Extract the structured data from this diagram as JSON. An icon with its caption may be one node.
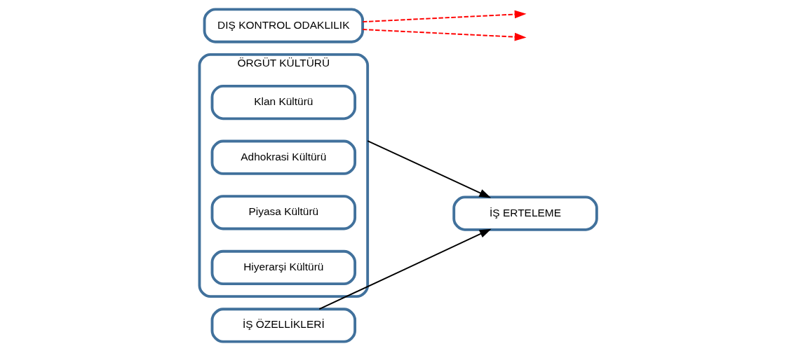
{
  "diagram": {
    "nodes": [
      {
        "text": [
          "ÖRGÜT KÜLTÜRÜ"
        ]
      },
      {
        "text": [
          "Klan Kültürü"
        ],
        "in": 0
      },
      {
        "text": [
          "Adhokrasi Kültürü"
        ],
        "in": 0
      },
      {
        "text": [
          "Piyasa Kültürü"
        ],
        "in": 0
      },
      {
        "text": [
          "Hiyerarşi Kültürü"
        ],
        "in": 0
      },
      {
        "text": [
          "DIŞ KONTROL ODAKLILIK"
        ]
      },
      {
        "text": [
          "İŞ ERTELEME"
        ]
      },
      {
        "text": [
          "İŞ ÖZELLİKLERİ"
        ]
      }
    ],
    "edges": [
      {
        "from": 0,
        "to": 6,
        "arrow": "to",
        "color": "#000000"
      },
      {
        "from": 7,
        "to": 6,
        "arrow": "to",
        "color": "#000000"
      },
      {
        "from": 5,
        "to": null,
        "arrow": "to",
        "style": "dashed",
        "color": "#ff0000"
      },
      {
        "from": 5,
        "to": null,
        "arrow": "to",
        "style": "dashed",
        "color": "#ff0000"
      }
    ]
  }
}
